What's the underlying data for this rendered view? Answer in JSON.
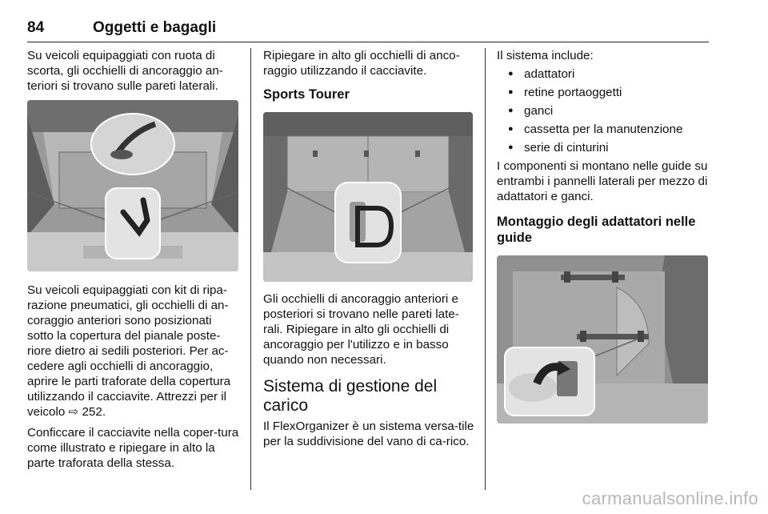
{
  "header": {
    "page_number": "84",
    "title": "Oggetti e bagagli"
  },
  "col1": {
    "para1": "Su veicoli equipaggiati con ruota di scorta, gli occhielli di ancoraggio an-teriori si trovano sulle pareti laterali.",
    "para2": "Su veicoli equipaggiati con kit di ripa-razione pneumatici, gli occhielli di an-coraggio anteriori sono posizionati sotto la copertura del pianale poste-riore dietro ai sedili posteriori. Per ac-cedere agli occhielli di ancoraggio, aprire le parti traforate della copertura utilizzando il cacciavite. Attrezzi per il veicolo",
    "para2_ref": "252.",
    "para3": "Conficcare il cacciavite nella coper-tura come illustrato e ripiegare in alto la parte traforata della stessa."
  },
  "col2": {
    "para1": "Ripiegare in alto gli occhielli di anco-raggio utilizzando il cacciavite.",
    "heading": "Sports Tourer",
    "para2": "Gli occhielli di ancoraggio anteriori e posteriori si trovano nelle pareti late-rali. Ripiegare in alto gli occhielli di ancoraggio per l'utilizzo e in basso quando non necessari.",
    "section_title": "Sistema di gestione del carico",
    "para3": "Il FlexOrganizer è un sistema versa-tile per la suddivisione del vano di ca-rico."
  },
  "col3": {
    "intro": "Il sistema include:",
    "items": [
      "adattatori",
      "retine portaoggetti",
      "ganci",
      "cassetta per la manutenzione",
      "serie di cinturini"
    ],
    "para": "I componenti si montano nelle guide su entrambi i pannelli laterali per mezzo di adattatori e ganci.",
    "heading": "Montaggio degli adattatori nelle guide"
  },
  "watermark": "carmanualsonline.info"
}
